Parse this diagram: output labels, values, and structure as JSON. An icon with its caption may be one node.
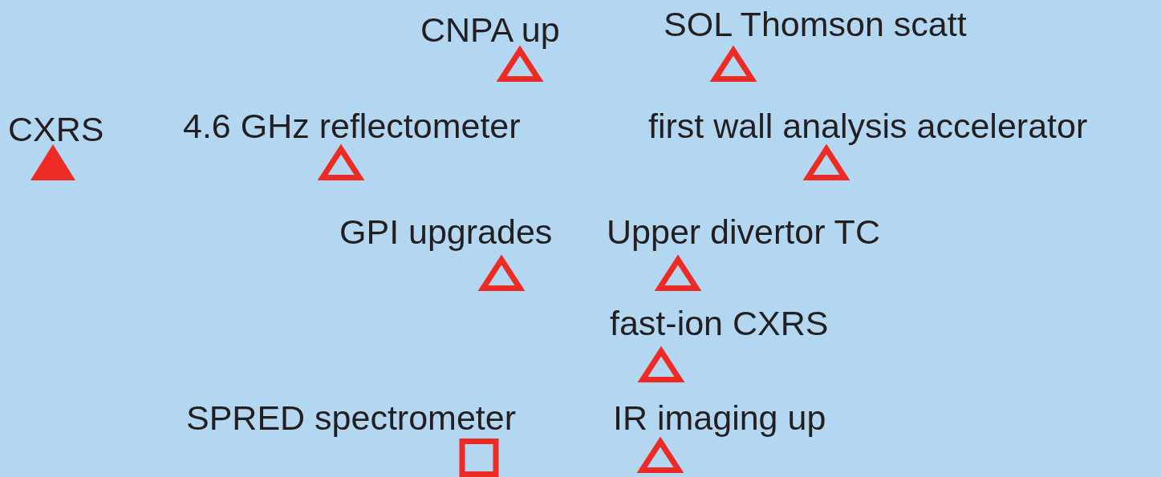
{
  "diagram": {
    "nodes": [
      {
        "text": [
          "CNPA up"
        ]
      },
      {
        "text": [
          "SOL Thomson scatt"
        ]
      },
      {
        "text": [
          "CXRS"
        ]
      },
      {
        "text": [
          "4.6 GHz reflectometer"
        ]
      },
      {
        "text": [
          "first wall analysis accelerator"
        ]
      },
      {
        "text": [
          "GPI upgrades"
        ]
      },
      {
        "text": [
          "Upper divertor TC"
        ]
      },
      {
        "text": [
          "fast-ion CXRS"
        ]
      },
      {
        "text": [
          "SPRED spectrometer"
        ]
      },
      {
        "text": [
          "IR imaging up"
        ]
      }
    ]
  }
}
